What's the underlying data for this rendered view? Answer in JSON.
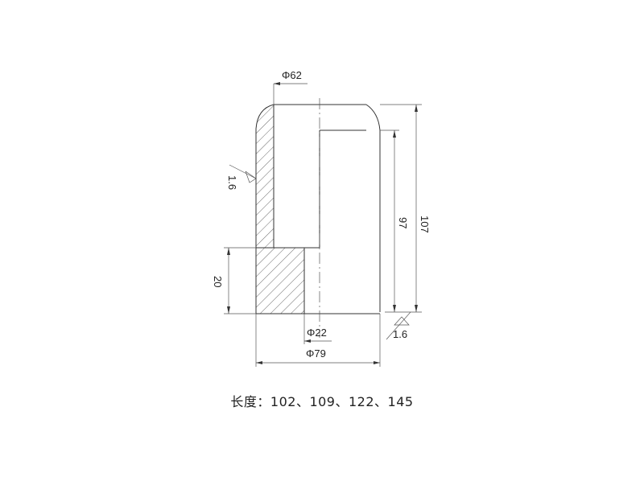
{
  "dimensions": {
    "top_diameter": "Φ62",
    "total_height": "107",
    "inner_height": "97",
    "base_height": "20",
    "inner_diameter": "Φ22",
    "outer_diameter": "Φ79"
  },
  "roughness": {
    "left": "1.6",
    "bottom": "1.6"
  },
  "caption": "长度：102、109、122、145"
}
